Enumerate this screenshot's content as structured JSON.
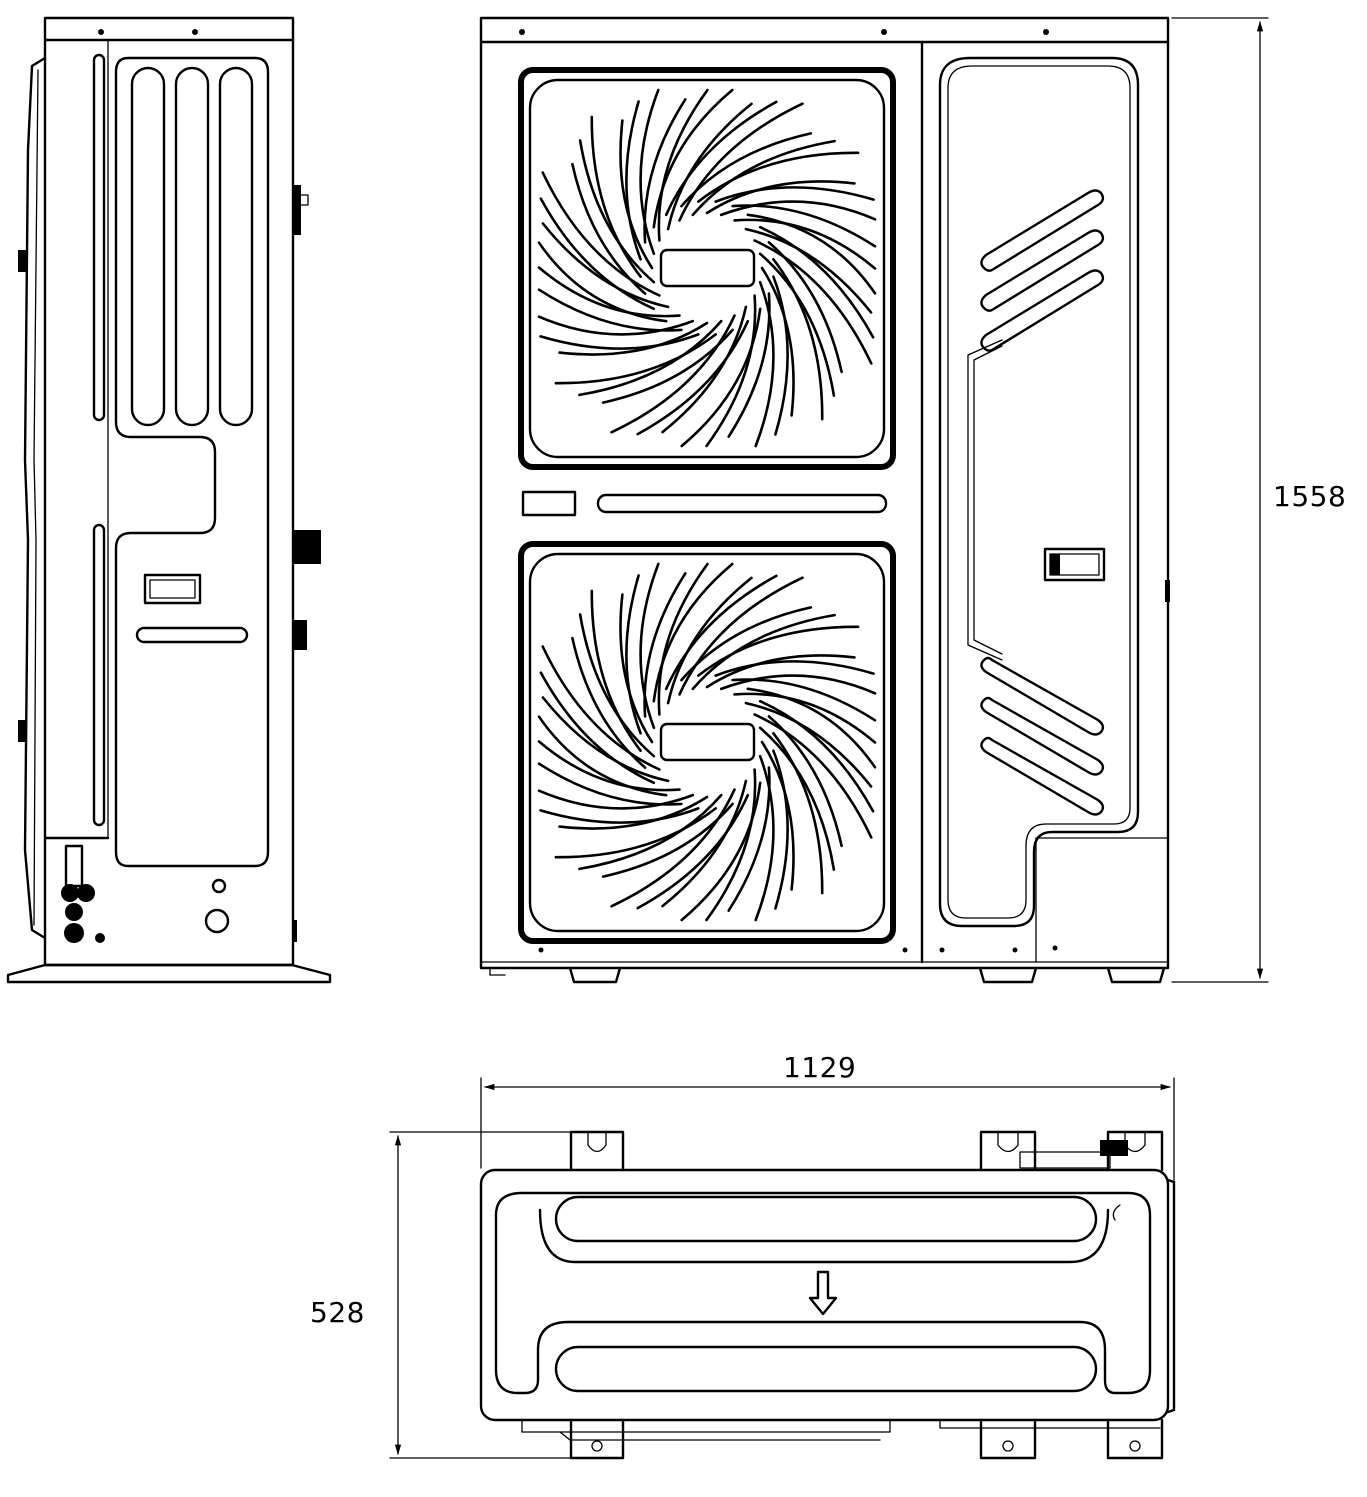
{
  "dimensions": {
    "height": "1558",
    "width": "1129",
    "depth": "528"
  },
  "colors": {
    "line": "#000000",
    "background": "#ffffff"
  },
  "fan_blade_count": 48
}
